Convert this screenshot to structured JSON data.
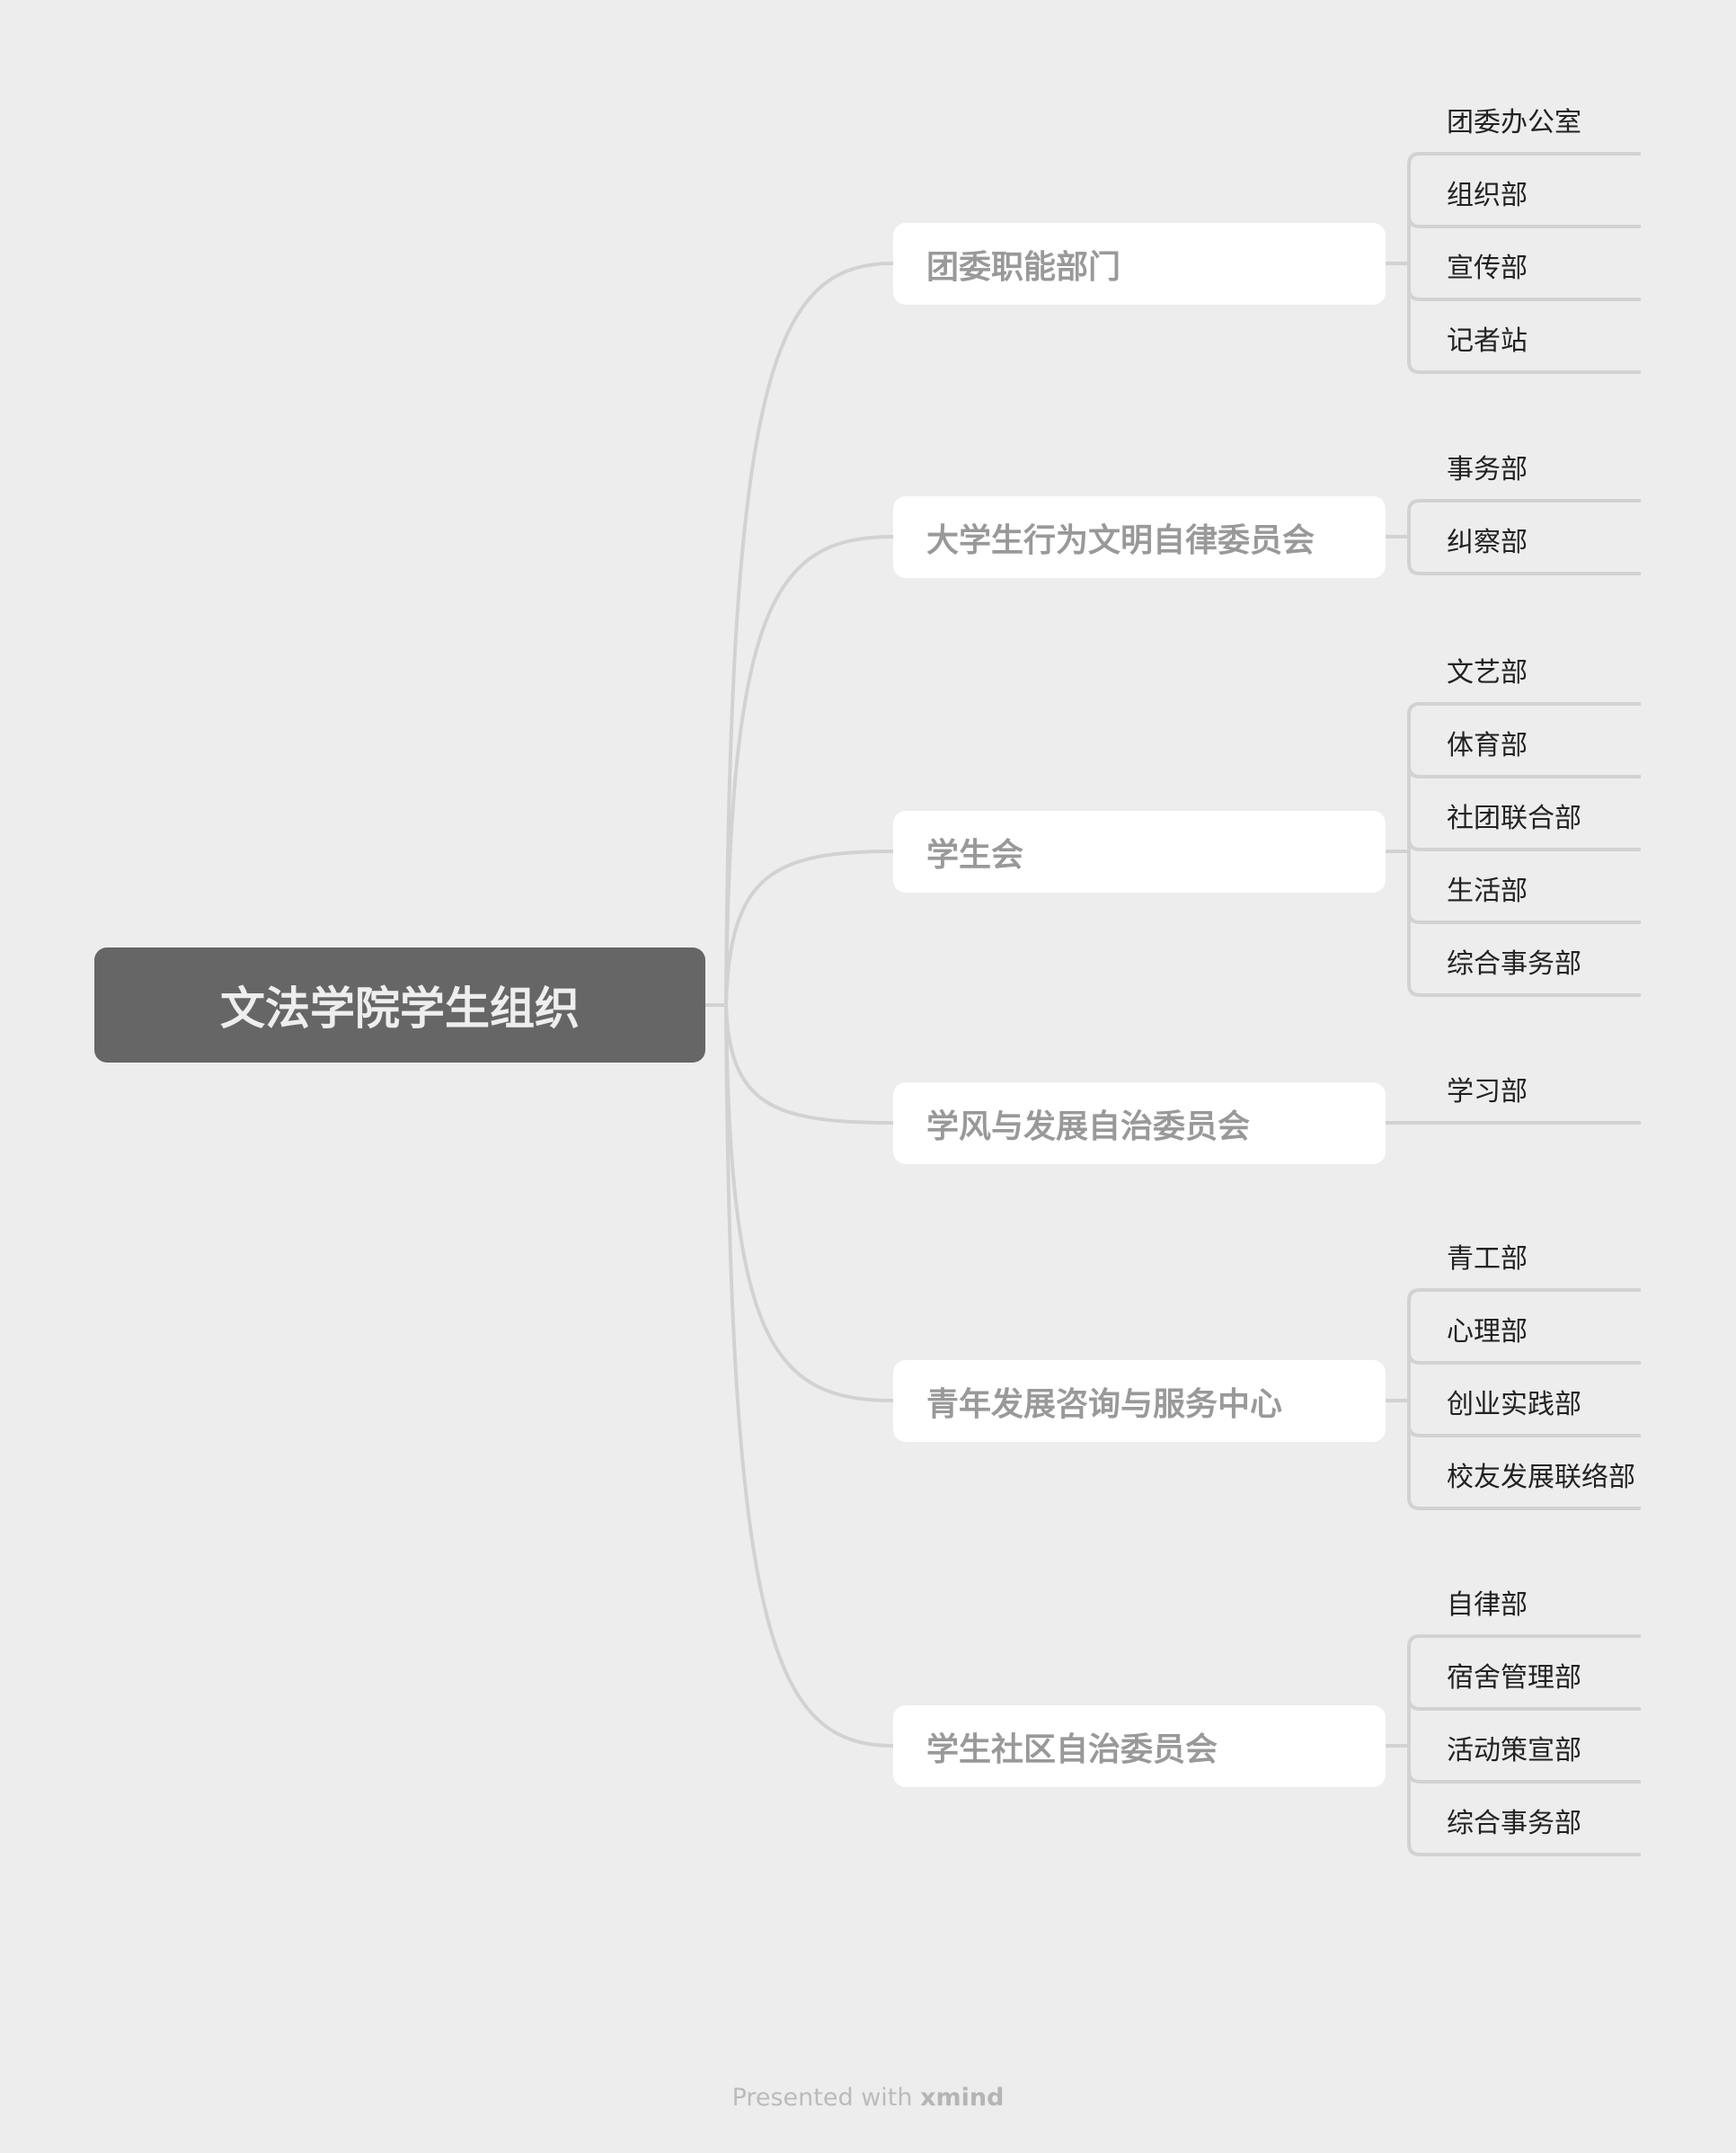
{
  "root": "文法学院学生组织",
  "topics": [
    {
      "label": "团委职能部门",
      "children": [
        "团委办公室",
        "组织部",
        "宣传部",
        "记者站"
      ]
    },
    {
      "label": "大学生行为文明自律委员会",
      "children": [
        "事务部",
        "纠察部"
      ]
    },
    {
      "label": "学生会",
      "children": [
        "文艺部",
        "体育部",
        "社团联合部",
        "生活部",
        "综合事务部"
      ]
    },
    {
      "label": "学风与发展自治委员会",
      "children": [
        "学习部"
      ]
    },
    {
      "label": "青年发展咨询与服务中心",
      "children": [
        "青工部",
        "心理部",
        "创业实践部",
        "校友发展联络部"
      ]
    },
    {
      "label": "学生社区自治委员会",
      "children": [
        "自律部",
        "宿舍管理部",
        "活动策宣部",
        "综合事务部"
      ]
    }
  ],
  "footer": {
    "prefix": "Presented with ",
    "brand": "xmind"
  },
  "colors": {
    "background": "#ededed",
    "root": "#666666",
    "line": "#d2d2d2",
    "topic_text": "#999999"
  }
}
